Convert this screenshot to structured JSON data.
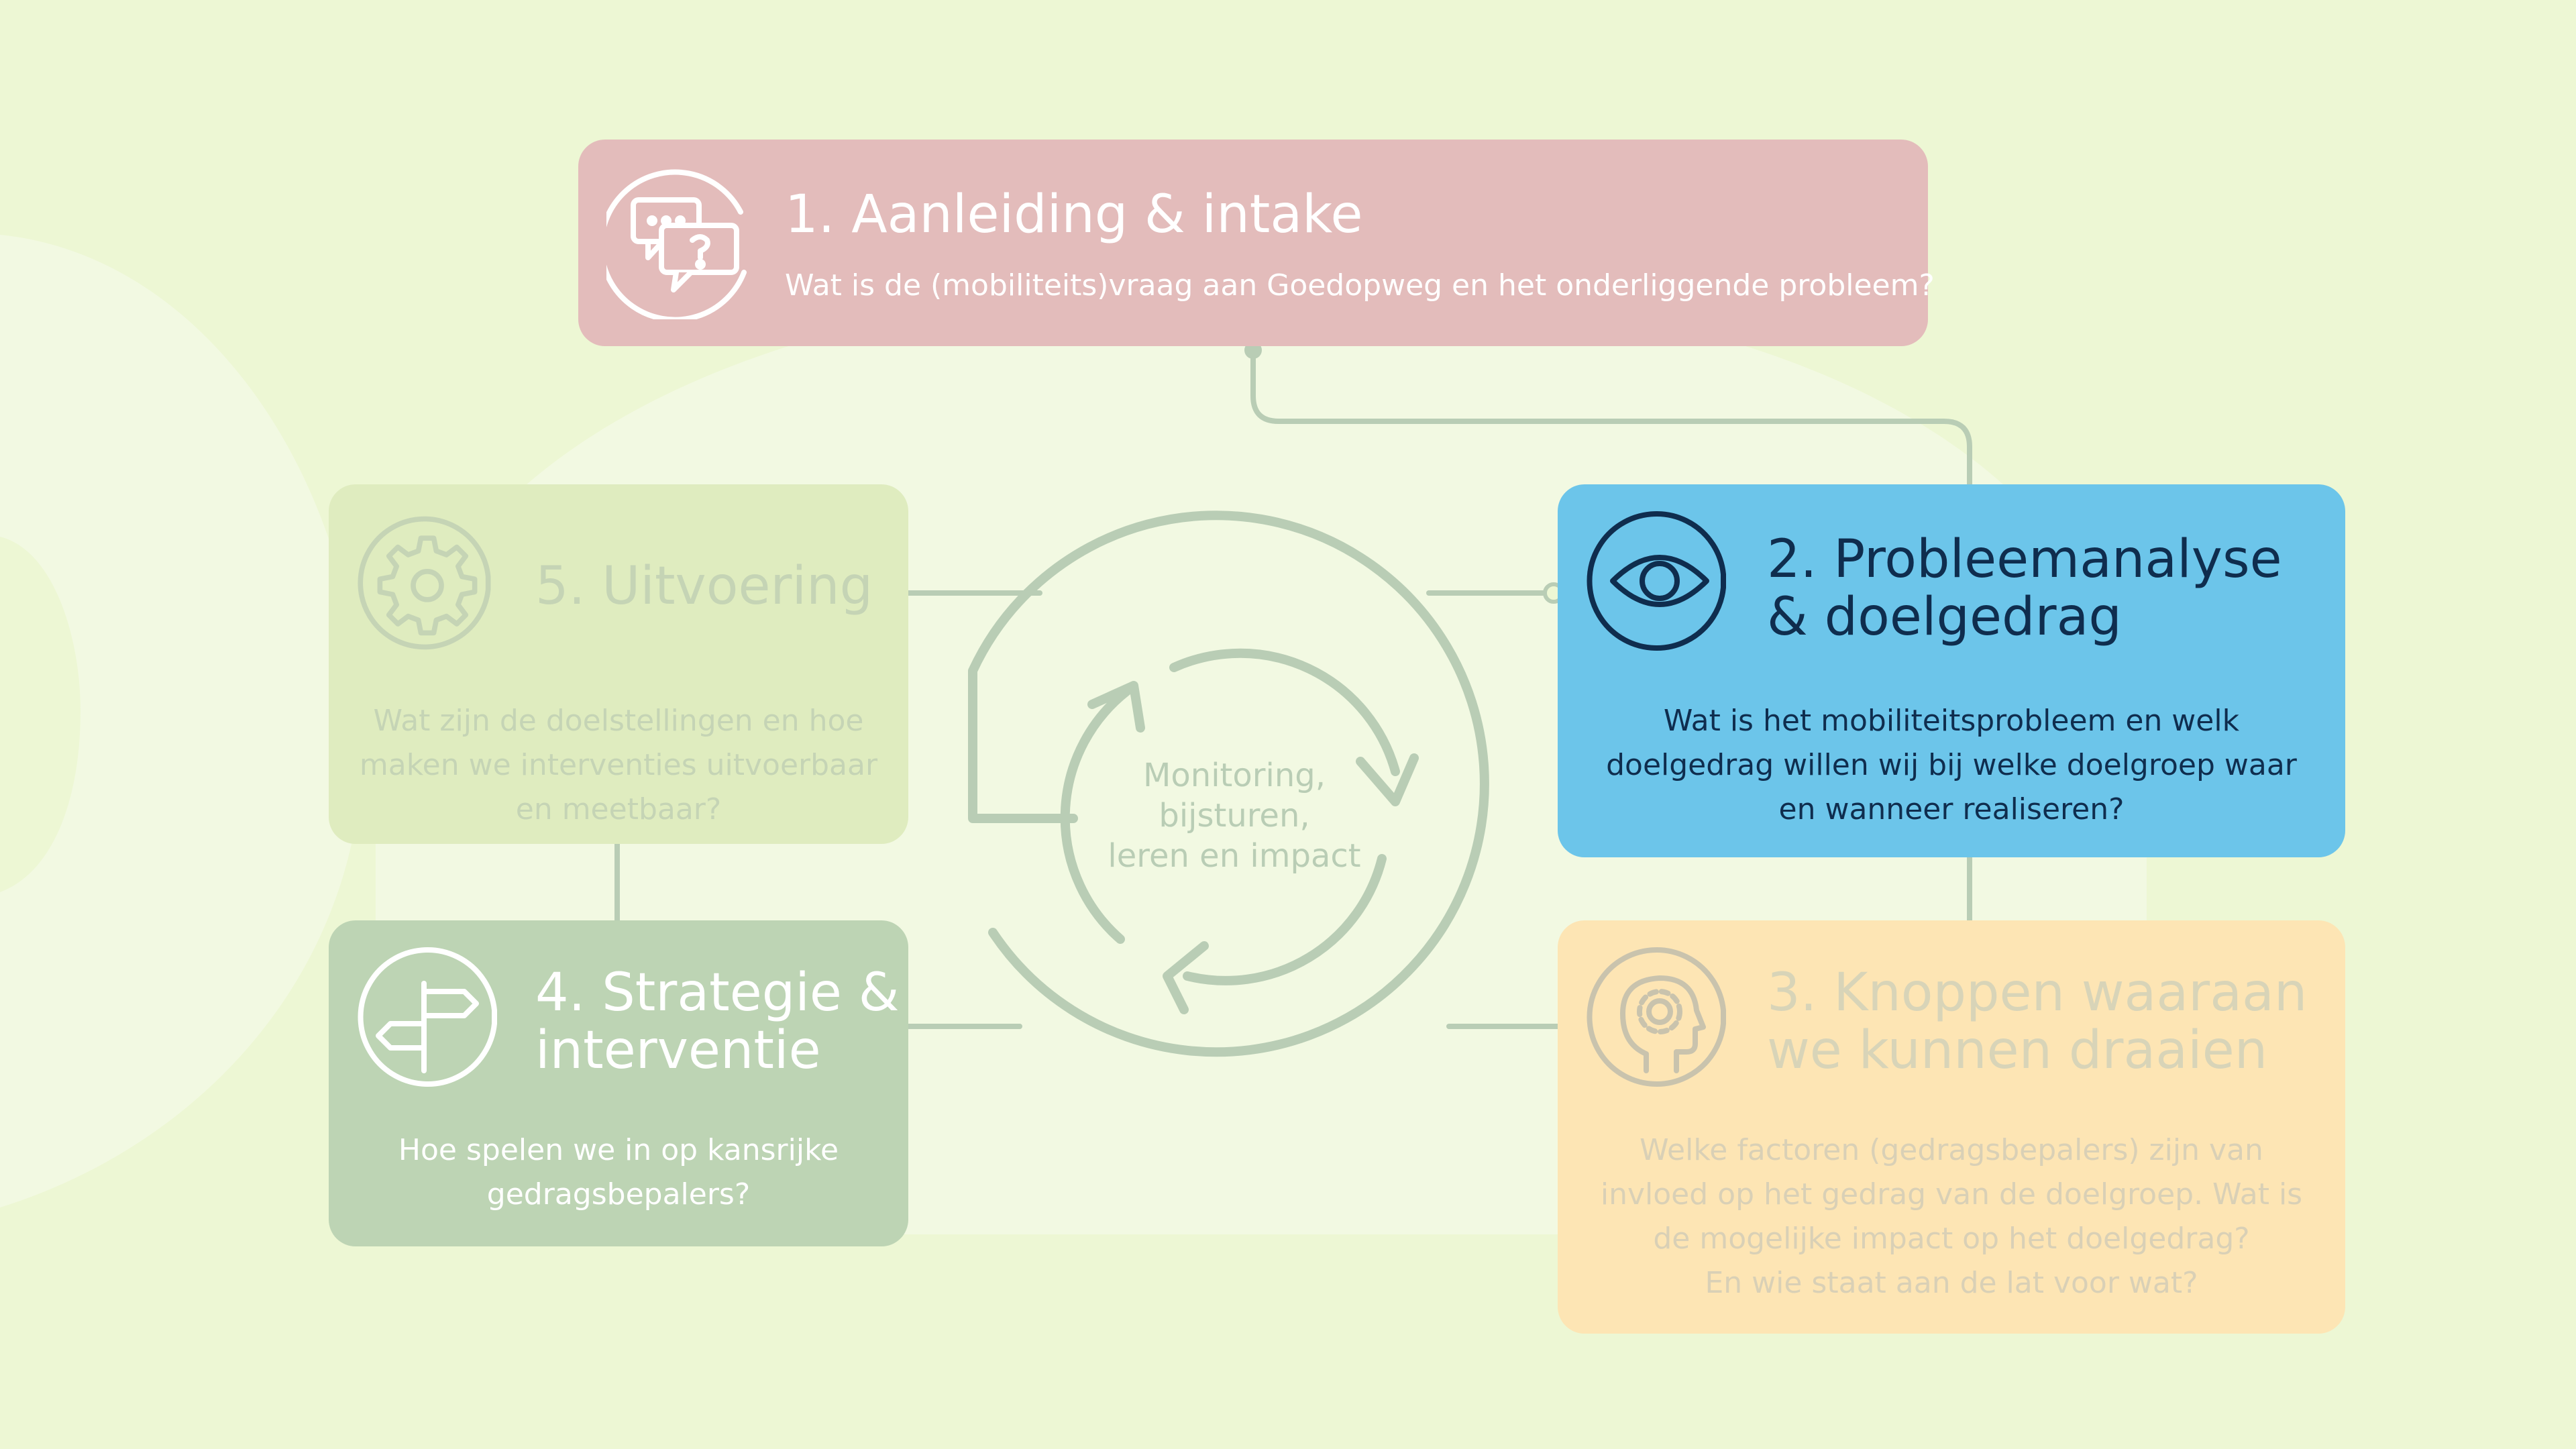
{
  "colors": {
    "background": "#edf7d4",
    "card_intake": "#e3bcbb",
    "card_probleemanalyse": "#6cc5ea",
    "card_knoppen": "#fde5b4",
    "card_strategie": "#bdd4b4",
    "card_uitvoering": "#dfecbf",
    "connector": "#b9cdb5"
  },
  "cards": [
    {
      "title": "1. Aanleiding & intake",
      "description": "Wat is de (mobiliteits)vraag aan Goedopweg en het onderliggende probleem?",
      "icon": "chat-question-icon"
    },
    {
      "title": "2. Probleemanalyse\n& doelgedrag",
      "description": "Wat is het mobiliteitsprobleem en welk doelgedrag willen wij bij welke doelgroep waar en wanneer realiseren?",
      "icon": "eye-icon"
    },
    {
      "title": "3. Knoppen waaraan\nwe kunnen draaien",
      "description": "Welke factoren (gedragsbepalers) zijn van invloed op het gedrag van de doelgroep. Wat is de mogelijke impact op het doelgedrag?\nEn wie staat aan de lat voor wat?",
      "icon": "head-gear-icon"
    },
    {
      "title": "4. Strategie &\ninterventie",
      "description": "Hoe spelen we in op kansrijke gedragsbepalers?",
      "icon": "signpost-icon"
    },
    {
      "title": "5. Uitvoering",
      "description": "Wat zijn de doelstellingen en hoe maken we interventies uitvoerbaar en meetbaar?",
      "icon": "gear-icon"
    }
  ],
  "center": {
    "label": "Monitoring,\nbijsturen,\nleren en impact",
    "icon": "cycle-arrows-icon"
  }
}
